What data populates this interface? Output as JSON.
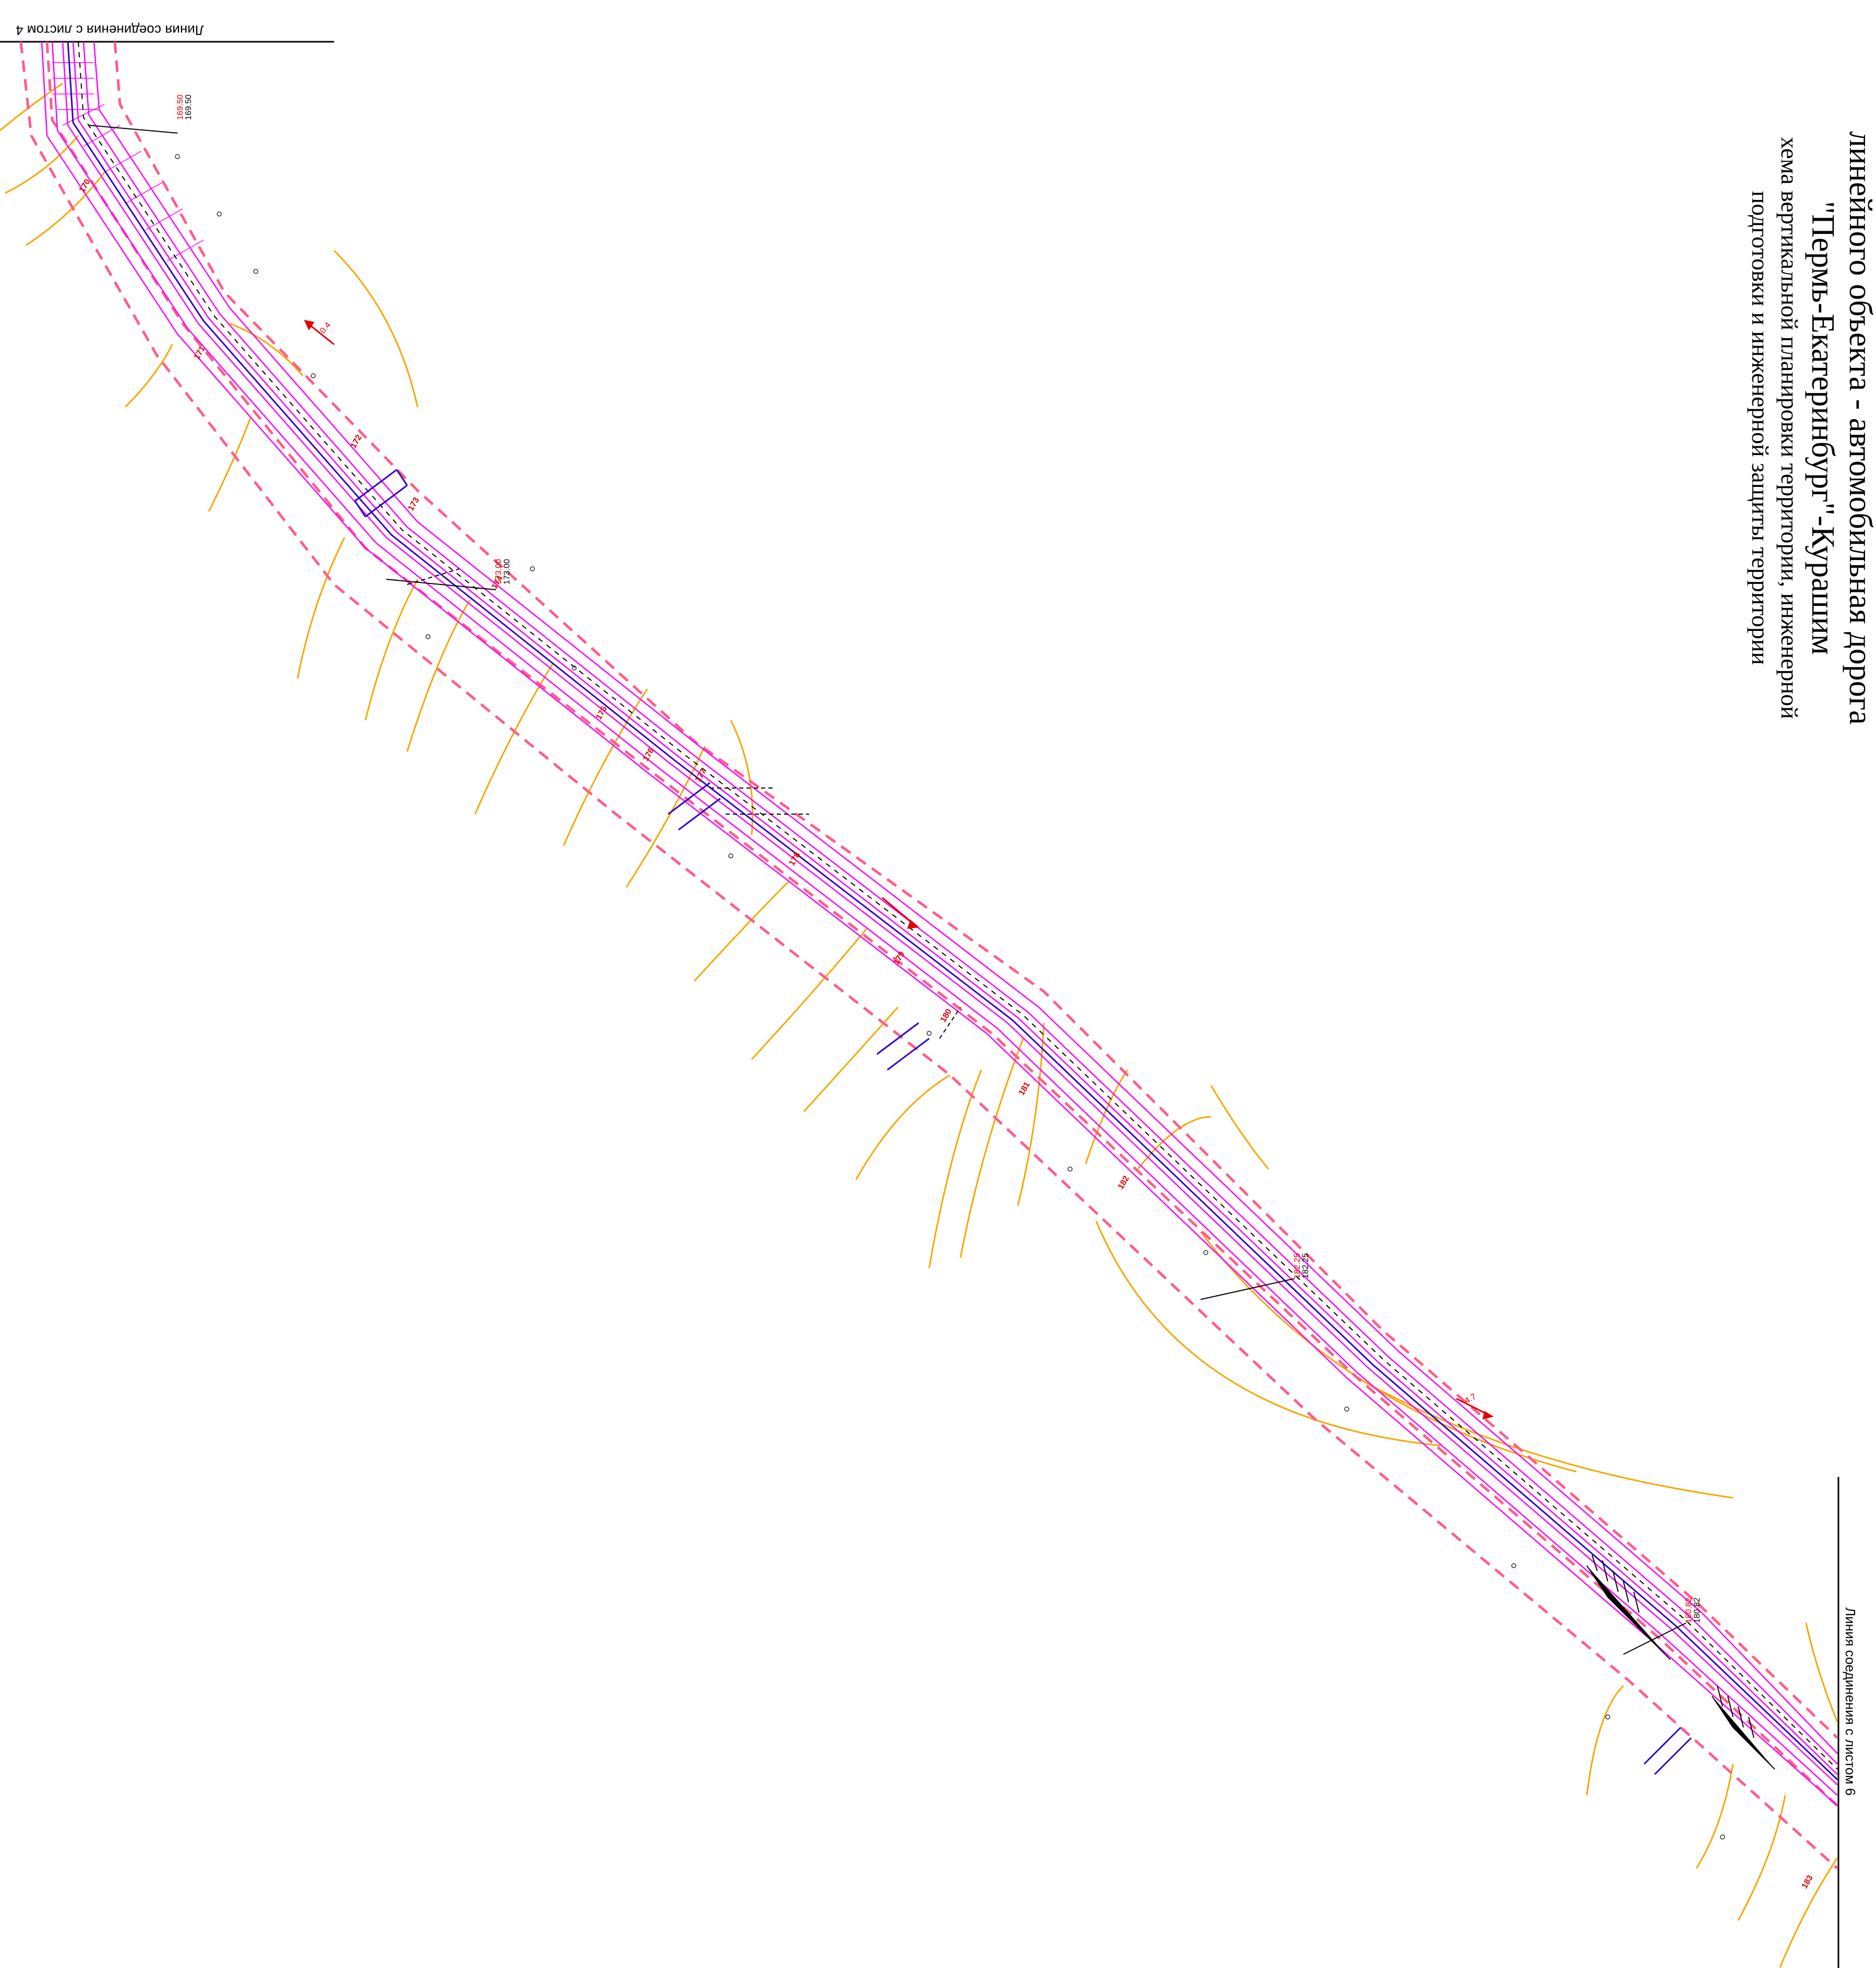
{
  "title": {
    "lines": [
      "линейного объекта - автомобильная дорога",
      "\"Пермь-Екатеринбург\"-Курашим",
      "хема вертикальной планировки территории, инженерной",
      "подготовки и инженерной защиты территории"
    ]
  },
  "links": {
    "top": "Линия соединения с листом 4",
    "bottom": "Линия соединения с листом 6"
  },
  "colors": {
    "road": "#ff00ff",
    "road_axis": "#3300cc",
    "contour": "#f5a800",
    "red_line": "#ff5c8a",
    "elevation_label": "#e00000"
  },
  "contour_labels": [
    "170",
    "171",
    "172",
    "173",
    "174",
    "175",
    "176",
    "177",
    "178",
    "179",
    "180",
    "181",
    "182",
    "183"
  ],
  "callouts": [
    {
      "top": "169.50",
      "bottom": "169.50"
    },
    {
      "top": "173.00",
      "bottom": "173.00"
    },
    {
      "top": "182.25",
      "bottom": "182.25"
    },
    {
      "top": "180.82",
      "bottom": "180.82"
    }
  ],
  "slope_markers": [
    "0.4",
    "4.7"
  ]
}
